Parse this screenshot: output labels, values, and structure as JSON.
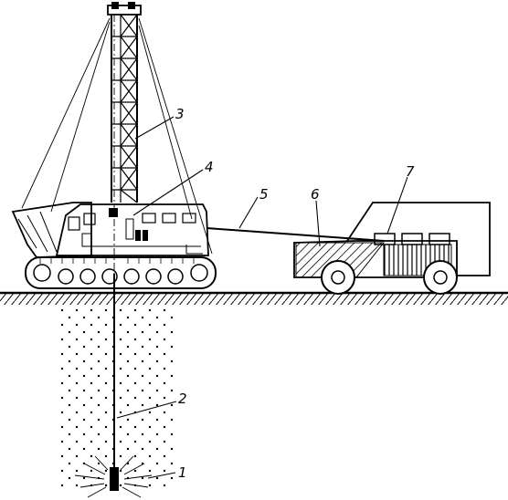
{
  "labels": {
    "l1": "1",
    "l2": "2",
    "l3": "3",
    "l4": "4",
    "l5": "5",
    "l6": "6",
    "l7": "7"
  },
  "colors": {
    "ink": "#000000",
    "background": "#ffffff"
  }
}
